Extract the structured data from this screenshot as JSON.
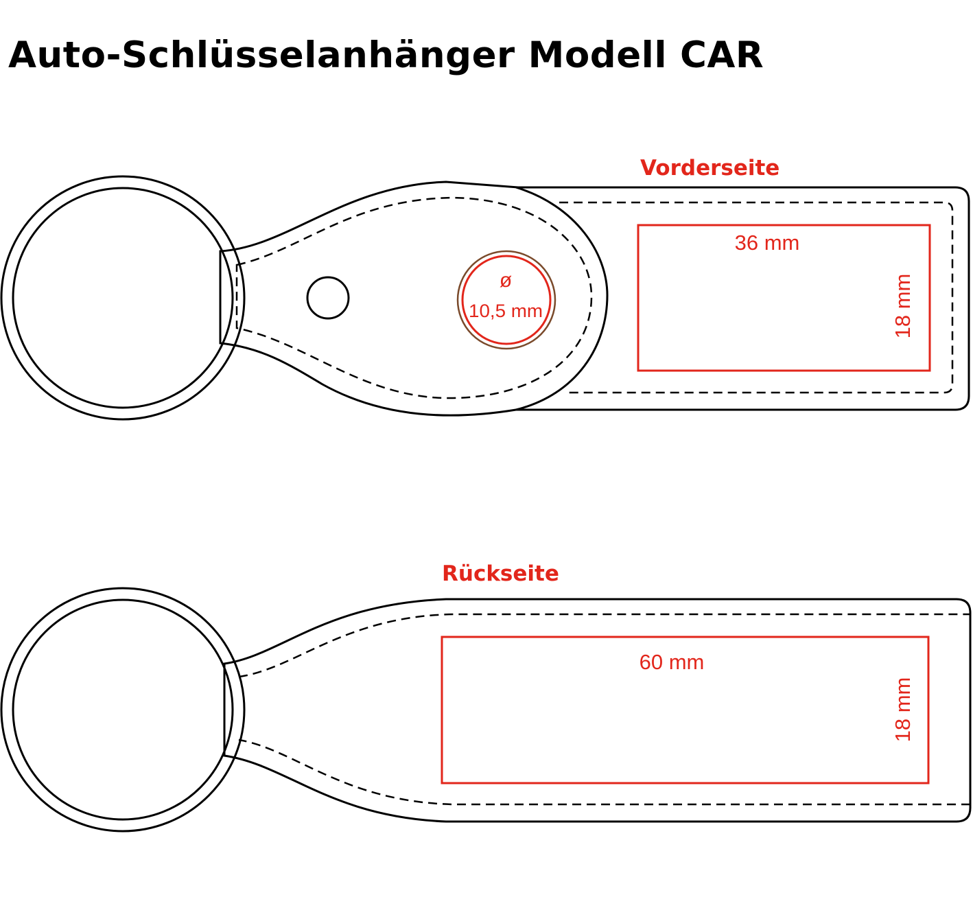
{
  "title": "Auto-Schlüsselanhänger Modell CAR",
  "colors": {
    "outline": "#000000",
    "accent": "#e2261b",
    "brown": "#7a4a2b"
  },
  "front": {
    "label": "Vorderseite",
    "dome_symbol": "ø",
    "dome_diameter": "10,5 mm",
    "width": "36 mm",
    "height": "18 mm"
  },
  "back": {
    "label": "Rückseite",
    "width": "60 mm",
    "height": "18 mm"
  }
}
